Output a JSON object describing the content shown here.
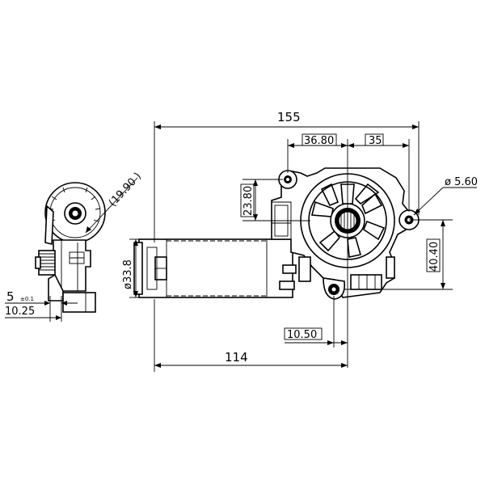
{
  "dimensions": {
    "overall_length": "155",
    "gear_offset": "36.80",
    "mount_offset": "35",
    "hole_diameter": "ø 5.60",
    "housing_height": "23.80",
    "hole_spacing": "40.40",
    "motor_diameter": "ø33.8",
    "shaft_offset": "10.50",
    "motor_length": "114",
    "side_width": "5",
    "side_tolerance": "±0.1",
    "side_depth": "10.25",
    "gear_radius_label": "(19.90 )"
  }
}
